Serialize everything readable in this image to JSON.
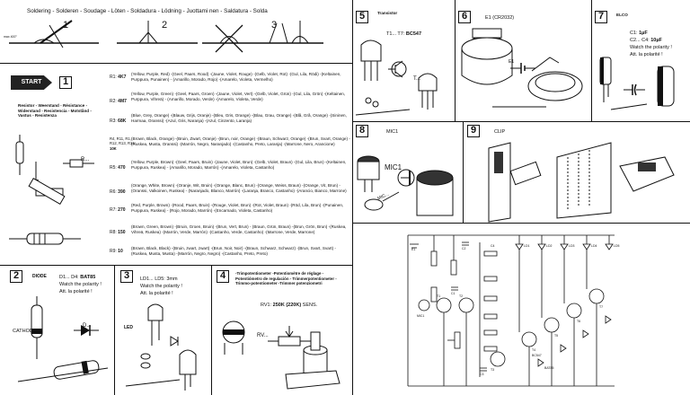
{
  "soldering": {
    "title": "Soldering - Solderen - Soudage - Löten - Soldadura - Lödning - Juottami nen - Saldatura - Solda",
    "steps": [
      "1",
      "2",
      "3"
    ],
    "iron_label": "max\n400°"
  },
  "section1": {
    "start_label": "START",
    "number": "1",
    "resistor_title": "Resistor - Weerstand - Résistance - Widerstand - Resistencia - Motstånd - Vastus - Resistenza",
    "r_label": "R...",
    "rows": [
      {
        "ref": "R1: ",
        "val": "4K7",
        "text": "(Yellow, Purple, Red) -(Geel, Paars, Rood) -(Jaune, Violet, Rouge) -(Gelb, Violet, Rot) -(Gul, Lila, Rödi) -(Keltainen, Purppura, Punainen) - (Amarillo, Morado, Rojo) -(Amarelo, Violeta, Vermelho)"
      },
      {
        "ref": "R2: ",
        "val": "4M7",
        "text": "(Yellow, Purple, Green) -(Geel, Paars, Groen) -(Jaune, Violet, Vert) -(Gelb, Violet, Grün) -(Gul, Lila, Grön) -(Keltainen, Purppura, Vihreä) - (Amarillo, Morado, Verde) -(Amarelo, Violeta, Verde)"
      },
      {
        "ref": "R3: ",
        "val": "68K",
        "text": "(Blue, Grey, Orange) -(Blauw, Grijs, Oranje) -(Bleu, Gris, Orange) -(Blau, Grau, Orange) -(Blå, Grå, Orange) -(Sininen, Harmaa, Oranssi) -(Azul, Gris, Naranja) -(Azul, Cinzento, Laranja)"
      },
      {
        "ref": "R4, R11, R1, R12, R13, R14: ",
        "val": "10K",
        "text": "(Brown, Black, Orange) -(Bruin, Zwart, Oranje) -(Brun, noir, Orange) -(Braun, Schwarz, Orange) -(Brun, Svart, Orange) -(Ruskea, Musta, Oranssi) -(Marrón, Negro, Naranjado) -(Castanho, Preto, Laranja) -(Marrone, Nero, Arancione)"
      },
      {
        "ref": "R5: ",
        "val": "470",
        "text": "(Yellow, Purple, Brown) -(Geel, Paars, Bruin) -(Jaune, Violet, Brun) -(Gelb, Violet, Braun) -(Gul, Lila, Brun) -(Keltainen, Purppura, Ruskea) - (Amarillo, Morado, Marrón) -(Amarelo, Violeta, Castanho)"
      },
      {
        "ref": "R6: ",
        "val": "390",
        "text": "(Orange, White, Brown) -(Oranje, Wit, Bruin) -(Orange, Blanc, Brun) -(Orange, Weiss, Braun) -(Orange, Vit, Brun) -(Oranssi, Valkoinen, Ruskea) - (Naranjado, Blanco, Marrón) -(Laranja, Branco, Castanho) -(Arancio, Bianco, Marrone)"
      },
      {
        "ref": "R7: ",
        "val": "270",
        "text": "(Red, Purple, Brown) -(Rood, Paars, Bruin) -(Rouge, Violet, Brun) -(Rot, Violet, Braun) -(Röd, Lila, Brun) -(Punainen, Purppura, Ruskea) - (Rojo, Morado, Marrón) -(Encarnado, Violeta, Castanho)"
      },
      {
        "ref": "R8: ",
        "val": "150",
        "text": "(Brown, Green, Brown) -(Bruin, Groen, Bruin) -(Brun, Vert, Brun) - (Braun, Grün, Braun) -(Brun, Grön, Brun) -(Ruskea, Vihreä, Ruskea) -(Marrón, Verde, Marrón) -(Castanho, Verde, Castanho) -(Marrone, Verde, Marrone)"
      },
      {
        "ref": "R9: ",
        "val": "10",
        "text": "(Brown, Black, Black) -(Bruin, zwart, zwart) -(Brun, Noir, Noir) -(Braun, Schwarz, Schwarz) -(Brun, Svart, Svart) -(Ruskea, Musta, Musta) -(Marrón, Negro, Negro) -(Castanho, Preto, Preto)"
      }
    ]
  },
  "section2": {
    "number": "2",
    "title": "DIODE",
    "ref": "D1... D4: ",
    "val": "BAT85",
    "note1": "Watch the polarity !",
    "note2": "Att. la polarité !",
    "cathode": "CATHODE",
    "d_label": "D..."
  },
  "section3": {
    "number": "3",
    "title": "LED",
    "ref": "LD1... LD5: 3mm",
    "note1": "Watch the polarity !",
    "note2": "Att. la polarité !"
  },
  "section4": {
    "number": "4",
    "title": "-Trimpotentiometer -Potentiomètre de réglage -Potentiómetro de regulación - Trimmerpotentiometer -Trimmo-potentiometer -Trimmer potenziometri",
    "ref": "RV1: ",
    "val": "250K (220K)",
    "suffix": " SENS.",
    "rv_label": "RV..."
  },
  "section5": {
    "number": "5",
    "title": "Transistor",
    "ref": "T1... T7: ",
    "val": "BC547",
    "t_label": "T..."
  },
  "section6": {
    "number": "6",
    "title": "E1 (CR2032)",
    "e_label": "E1"
  },
  "section7": {
    "number": "7",
    "title": "ELCO",
    "ref1": "C1: ",
    "val1": "1µF",
    "ref2": "C2... C4: ",
    "val2": "10µF",
    "note1": "Watch the polarity !",
    "note2": "Att. la polarité !"
  },
  "section8": {
    "number": "8",
    "title": "MIC1",
    "mic_label": "MIC1",
    "mic_small": "MIC..."
  },
  "section9": {
    "number": "9",
    "title": "CLIP"
  },
  "schematic": {
    "labels": [
      "E1",
      "MIC1",
      "C1",
      "C2",
      "C3",
      "C4",
      "T1",
      "T2",
      "T3",
      "T4",
      "T5",
      "T6",
      "T7",
      "LD1",
      "LD2",
      "LD3",
      "LD4",
      "LD5",
      "BC547",
      "BAT85"
    ]
  }
}
